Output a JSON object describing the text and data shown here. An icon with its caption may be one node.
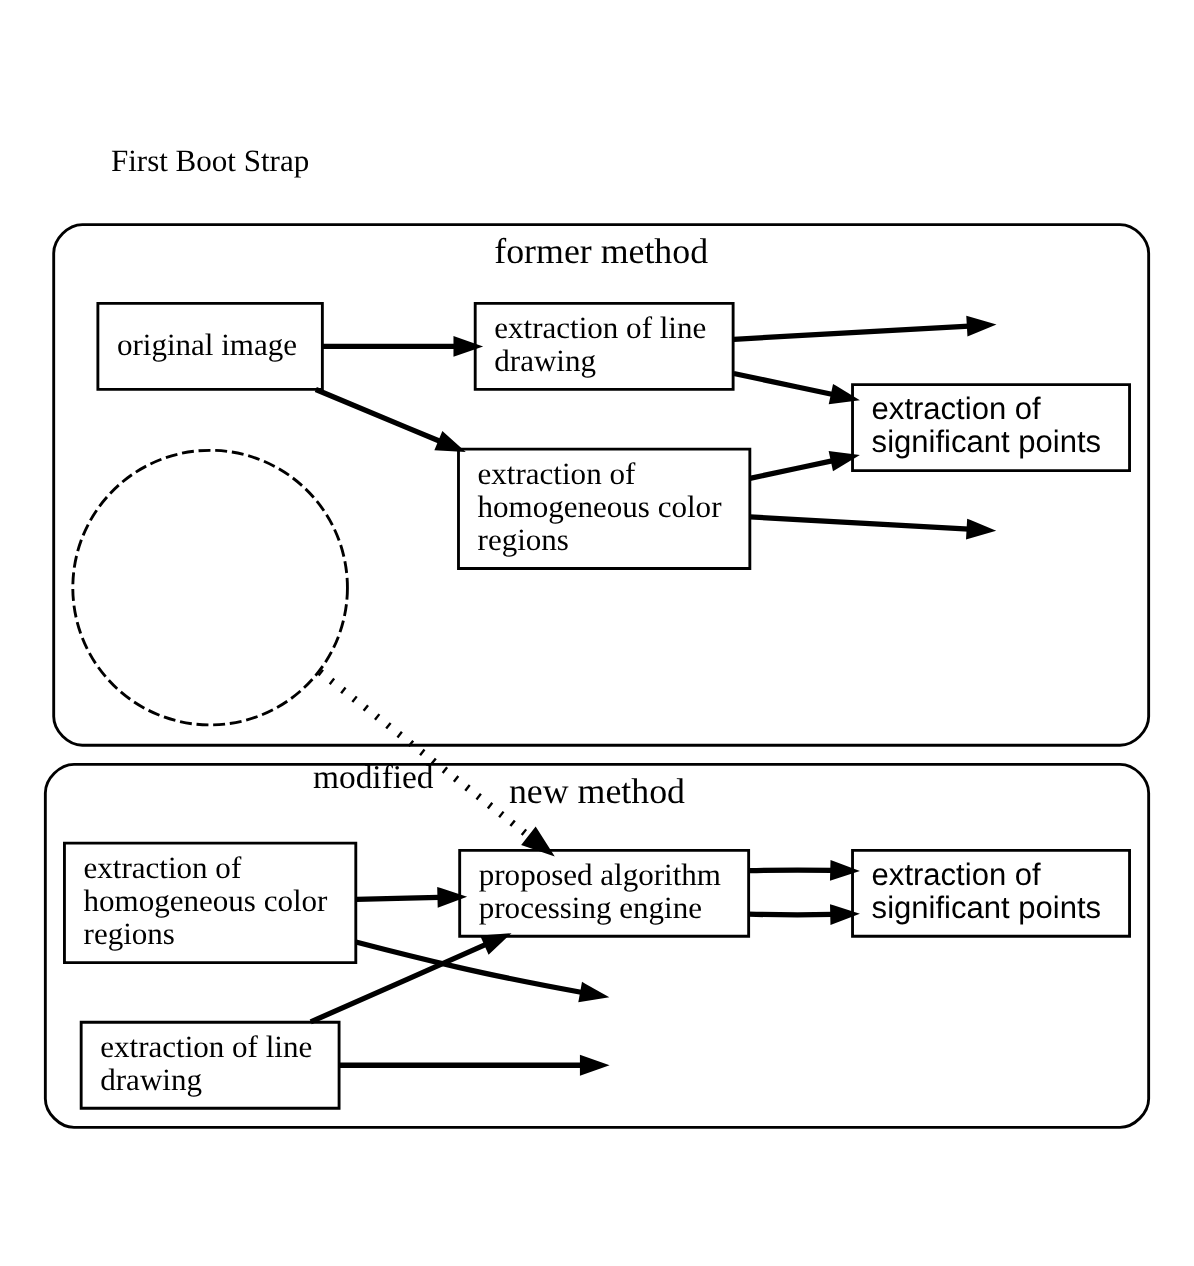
{
  "diagram": {
    "nodes": [
      {
        "text": [
          "former method"
        ]
      },
      {
        "text": [
          "original image"
        ],
        "in": 0
      },
      {
        "text": [],
        "shape": "circle",
        "in": 0
      },
      {
        "text": [
          "extraction of homogeneous color regions"
        ],
        "in": 0
      },
      {
        "text": [
          "extraction of line drawing"
        ],
        "in": 0
      },
      {
        "text": [
          "extraction of significant points"
        ],
        "in": 0
      },
      {
        "text": [
          "new method"
        ]
      },
      {
        "text": [
          "extraction of homogeneous color regions"
        ],
        "in": 6
      },
      {
        "text": [
          "proposed algorithm processing engine"
        ],
        "in": 6
      },
      {
        "text": [
          "extraction of line drawing"
        ],
        "in": 6
      },
      {
        "text": [
          "extraction of significant points"
        ],
        "in": 6
      }
    ],
    "edges": [
      {
        "from": 1,
        "to": 3,
        "arrow": "to"
      },
      {
        "from": 1,
        "to": 4,
        "arrow": "to"
      },
      {
        "from": 3,
        "to": null,
        "arrow": "to"
      },
      {
        "from": 3,
        "to": 5,
        "arrow": "to"
      },
      {
        "from": 4,
        "to": 5,
        "arrow": "to"
      },
      {
        "from": 4,
        "to": null,
        "arrow": "to"
      },
      {
        "from": 2,
        "to": 8,
        "arrow": "to",
        "label": "modified",
        "style": "dashed"
      },
      {
        "from": 7,
        "to": null,
        "arrow": "to"
      },
      {
        "from": 7,
        "to": 8,
        "arrow": "to"
      },
      {
        "from": 9,
        "to": 8,
        "arrow": "to"
      },
      {
        "from": 9,
        "to": null,
        "arrow": "to"
      },
      {
        "from": 8,
        "to": 10,
        "arrow": "to"
      },
      {
        "from": 8,
        "to": 10,
        "arrow": "to"
      }
    ],
    "labels": [
      "First Boot Strap"
    ]
  }
}
